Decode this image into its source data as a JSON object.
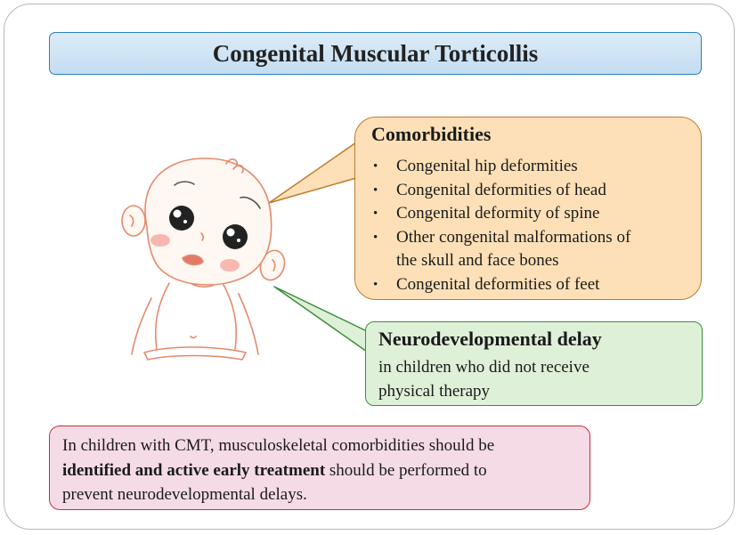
{
  "title": "Congenital Muscular Torticollis",
  "comorbidities": {
    "heading": "Comorbidities",
    "bullet": "•",
    "items": [
      "Congenital hip deformities",
      "Congenital deformities of  head",
      "Congenital deformity of spine",
      "Other congenital malformations of",
      "the skull and face bones",
      "Congenital deformities of feet"
    ]
  },
  "neuro": {
    "heading": "Neurodevelopmental delay",
    "line1": "in children who did not receive",
    "line2": "physical therapy"
  },
  "bottom": {
    "part1": "In children with CMT, musculoskeletal comorbidities should be",
    "bold": "identified and active early treatment",
    "part2": " should be performed to",
    "part3": "prevent neurodevelopmental delays."
  },
  "colors": {
    "title_border": "#2a7fc0",
    "comorb_fill": "#fde0b7",
    "comorb_border": "#c07a2c",
    "neuro_fill": "#dff0d8",
    "neuro_border": "#3c8f3c",
    "bottom_fill": "#f5dbe6",
    "bottom_border": "#d02a3a"
  },
  "icons": [
    "baby-illustration"
  ]
}
